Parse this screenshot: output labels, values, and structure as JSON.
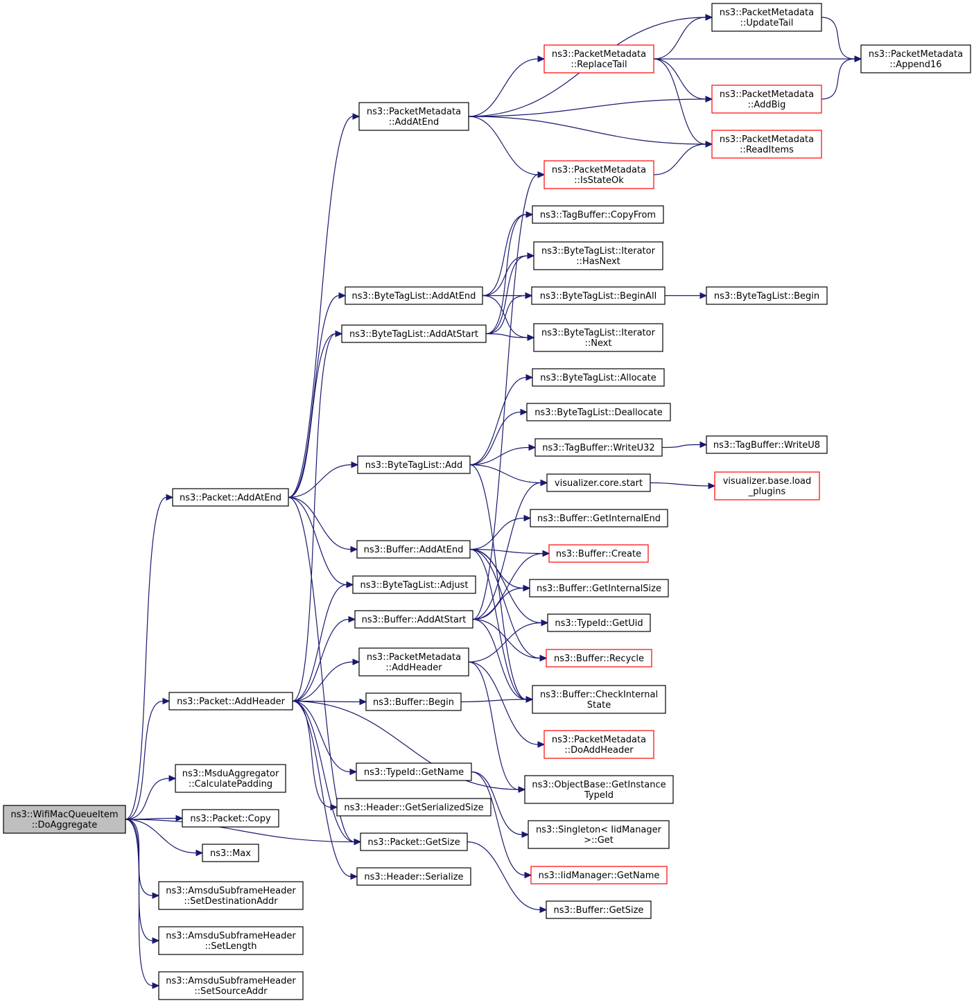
{
  "graph": {
    "title": "",
    "colors": {
      "edge": "#191970",
      "node_border": "#000000",
      "truncated_border": "#ff0000",
      "root_fill": "#bfbfbf"
    },
    "nodes": [
      {
        "id": "root",
        "lines": [
          "ns3::WifiMacQueueItem",
          "::DoAggregate"
        ],
        "root": true
      },
      {
        "id": "pkt_addatend",
        "lines": [
          "ns3::Packet::AddAtEnd"
        ]
      },
      {
        "id": "pkt_addheader",
        "lines": [
          "ns3::Packet::AddHeader"
        ]
      },
      {
        "id": "msdu_calcpad",
        "lines": [
          "ns3::MsduAggregator",
          "::CalculatePadding"
        ]
      },
      {
        "id": "pkt_copy",
        "lines": [
          "ns3::Packet::Copy"
        ]
      },
      {
        "id": "max",
        "lines": [
          "ns3::Max"
        ]
      },
      {
        "id": "amsdu_setdest",
        "lines": [
          "ns3::AmsduSubframeHeader",
          "::SetDestinationAddr"
        ]
      },
      {
        "id": "amsdu_setlen",
        "lines": [
          "ns3::AmsduSubframeHeader",
          "::SetLength"
        ]
      },
      {
        "id": "amsdu_setsrc",
        "lines": [
          "ns3::AmsduSubframeHeader",
          "::SetSourceAddr"
        ]
      },
      {
        "id": "pm_addatend",
        "lines": [
          "ns3::PacketMetadata",
          "::AddAtEnd"
        ]
      },
      {
        "id": "btl_addatend",
        "lines": [
          "ns3::ByteTagList::AddAtEnd"
        ]
      },
      {
        "id": "btl_addatstart",
        "lines": [
          "ns3::ByteTagList::AddAtStart"
        ]
      },
      {
        "id": "btl_add",
        "lines": [
          "ns3::ByteTagList::Add"
        ]
      },
      {
        "id": "buf_addatend",
        "lines": [
          "ns3::Buffer::AddAtEnd"
        ]
      },
      {
        "id": "btl_adjust",
        "lines": [
          "ns3::ByteTagList::Adjust"
        ]
      },
      {
        "id": "buf_addatstart",
        "lines": [
          "ns3::Buffer::AddAtStart"
        ]
      },
      {
        "id": "pm_addheader",
        "lines": [
          "ns3::PacketMetadata",
          "::AddHeader"
        ]
      },
      {
        "id": "buf_begin",
        "lines": [
          "ns3::Buffer::Begin"
        ]
      },
      {
        "id": "typeid_getname",
        "lines": [
          "ns3::TypeId::GetName"
        ]
      },
      {
        "id": "hdr_getsersize",
        "lines": [
          "ns3::Header::GetSerializedSize"
        ]
      },
      {
        "id": "pkt_getsize",
        "lines": [
          "ns3::Packet::GetSize"
        ]
      },
      {
        "id": "hdr_serialize",
        "lines": [
          "ns3::Header::Serialize"
        ]
      },
      {
        "id": "pm_replacetail",
        "lines": [
          "ns3::PacketMetadata",
          "::ReplaceTail"
        ],
        "truncated": true
      },
      {
        "id": "pm_updatetail",
        "lines": [
          "ns3::PacketMetadata",
          "::UpdateTail"
        ]
      },
      {
        "id": "pm_addbig",
        "lines": [
          "ns3::PacketMetadata",
          "::AddBig"
        ],
        "truncated": true
      },
      {
        "id": "pm_readitems",
        "lines": [
          "ns3::PacketMetadata",
          "::ReadItems"
        ],
        "truncated": true
      },
      {
        "id": "pm_isstateok",
        "lines": [
          "ns3::PacketMetadata",
          "::IsStateOk"
        ],
        "truncated": true
      },
      {
        "id": "pm_append16",
        "lines": [
          "ns3::PacketMetadata",
          "::Append16"
        ]
      },
      {
        "id": "tb_copyfrom",
        "lines": [
          "ns3::TagBuffer::CopyFrom"
        ]
      },
      {
        "id": "btl_it_hasnext",
        "lines": [
          "ns3::ByteTagList::Iterator",
          "::HasNext"
        ]
      },
      {
        "id": "btl_beginall",
        "lines": [
          "ns3::ByteTagList::BeginAll"
        ]
      },
      {
        "id": "btl_begin",
        "lines": [
          "ns3::ByteTagList::Begin"
        ]
      },
      {
        "id": "btl_it_next",
        "lines": [
          "ns3::ByteTagList::Iterator",
          "::Next"
        ]
      },
      {
        "id": "btl_allocate",
        "lines": [
          "ns3::ByteTagList::Allocate"
        ]
      },
      {
        "id": "btl_deallocate",
        "lines": [
          "ns3::ByteTagList::Deallocate"
        ]
      },
      {
        "id": "tb_writeu32",
        "lines": [
          "ns3::TagBuffer::WriteU32"
        ]
      },
      {
        "id": "tb_writeu8",
        "lines": [
          "ns3::TagBuffer::WriteU8"
        ]
      },
      {
        "id": "viz_start",
        "lines": [
          "visualizer.core.start"
        ]
      },
      {
        "id": "viz_load",
        "lines": [
          "visualizer.base.load",
          "_plugins"
        ],
        "truncated": true
      },
      {
        "id": "buf_getintend",
        "lines": [
          "ns3::Buffer::GetInternalEnd"
        ]
      },
      {
        "id": "buf_create",
        "lines": [
          "ns3::Buffer::Create"
        ],
        "truncated": true
      },
      {
        "id": "buf_getintsize",
        "lines": [
          "ns3::Buffer::GetInternalSize"
        ]
      },
      {
        "id": "typeid_getuid",
        "lines": [
          "ns3::TypeId::GetUid"
        ]
      },
      {
        "id": "buf_recycle",
        "lines": [
          "ns3::Buffer::Recycle"
        ],
        "truncated": true
      },
      {
        "id": "buf_checkint",
        "lines": [
          "ns3::Buffer::CheckInternal",
          "State"
        ]
      },
      {
        "id": "pm_doaddheader",
        "lines": [
          "ns3::PacketMetadata",
          "::DoAddHeader"
        ],
        "truncated": true
      },
      {
        "id": "ob_getinsttid",
        "lines": [
          "ns3::ObjectBase::GetInstance",
          "TypeId"
        ]
      },
      {
        "id": "singleton_get",
        "lines": [
          "ns3::Singleton< IidManager",
          " >::Get"
        ]
      },
      {
        "id": "iid_getname",
        "lines": [
          "ns3::IidManager::GetName"
        ],
        "truncated": true
      },
      {
        "id": "buf_getsize",
        "lines": [
          "ns3::Buffer::GetSize"
        ]
      }
    ],
    "edges": [
      [
        "root",
        "pkt_addatend"
      ],
      [
        "root",
        "pkt_addheader"
      ],
      [
        "root",
        "msdu_calcpad"
      ],
      [
        "root",
        "pkt_copy"
      ],
      [
        "root",
        "pkt_getsize"
      ],
      [
        "root",
        "max"
      ],
      [
        "root",
        "amsdu_setdest"
      ],
      [
        "root",
        "amsdu_setlen"
      ],
      [
        "root",
        "amsdu_setsrc"
      ],
      [
        "pkt_addatend",
        "pm_addatend"
      ],
      [
        "pkt_addatend",
        "btl_addatend"
      ],
      [
        "pkt_addatend",
        "btl_addatstart"
      ],
      [
        "pkt_addatend",
        "btl_add"
      ],
      [
        "pkt_addatend",
        "buf_addatend"
      ],
      [
        "pkt_addatend",
        "btl_adjust"
      ],
      [
        "pkt_addatend",
        "pkt_getsize"
      ],
      [
        "pkt_addheader",
        "btl_addatstart"
      ],
      [
        "pkt_addheader",
        "btl_adjust"
      ],
      [
        "pkt_addheader",
        "buf_addatstart"
      ],
      [
        "pkt_addheader",
        "pm_addheader"
      ],
      [
        "pkt_addheader",
        "buf_begin"
      ],
      [
        "pkt_addheader",
        "ob_getinsttid"
      ],
      [
        "pkt_addheader",
        "typeid_getname"
      ],
      [
        "pkt_addheader",
        "hdr_getsersize"
      ],
      [
        "pkt_addheader",
        "pkt_getsize"
      ],
      [
        "pkt_addheader",
        "hdr_serialize"
      ],
      [
        "pm_addatend",
        "pm_updatetail"
      ],
      [
        "pm_addatend",
        "pm_replacetail"
      ],
      [
        "pm_addatend",
        "pm_addbig"
      ],
      [
        "pm_addatend",
        "pm_readitems"
      ],
      [
        "pm_addatend",
        "pm_isstateok"
      ],
      [
        "pm_replacetail",
        "pm_updatetail"
      ],
      [
        "pm_replacetail",
        "pm_append16"
      ],
      [
        "pm_replacetail",
        "pm_addbig"
      ],
      [
        "pm_replacetail",
        "pm_readitems"
      ],
      [
        "pm_updatetail",
        "pm_append16"
      ],
      [
        "pm_addbig",
        "pm_append16"
      ],
      [
        "pm_isstateok",
        "pm_readitems"
      ],
      [
        "btl_addatend",
        "tb_copyfrom"
      ],
      [
        "btl_addatend",
        "btl_it_hasnext"
      ],
      [
        "btl_addatend",
        "btl_beginall"
      ],
      [
        "btl_addatend",
        "btl_it_next"
      ],
      [
        "btl_addatstart",
        "tb_copyfrom"
      ],
      [
        "btl_addatstart",
        "btl_it_hasnext"
      ],
      [
        "btl_addatstart",
        "btl_beginall"
      ],
      [
        "btl_addatstart",
        "btl_it_next"
      ],
      [
        "btl_beginall",
        "btl_begin"
      ],
      [
        "btl_add",
        "btl_allocate"
      ],
      [
        "btl_add",
        "btl_deallocate"
      ],
      [
        "btl_add",
        "tb_writeu32"
      ],
      [
        "btl_add",
        "viz_start"
      ],
      [
        "btl_add",
        "buf_checkint"
      ],
      [
        "tb_writeu32",
        "tb_writeu8"
      ],
      [
        "viz_start",
        "viz_load"
      ],
      [
        "buf_addatend",
        "buf_getintend"
      ],
      [
        "buf_addatend",
        "buf_create"
      ],
      [
        "buf_addatend",
        "buf_getintsize"
      ],
      [
        "buf_addatend",
        "typeid_getuid"
      ],
      [
        "buf_addatend",
        "buf_recycle"
      ],
      [
        "buf_addatend",
        "buf_checkint"
      ],
      [
        "buf_addatstart",
        "pm_isstateok"
      ],
      [
        "buf_addatstart",
        "viz_start"
      ],
      [
        "buf_addatstart",
        "buf_create"
      ],
      [
        "buf_addatstart",
        "buf_getintsize"
      ],
      [
        "buf_addatstart",
        "buf_recycle"
      ],
      [
        "buf_addatstart",
        "buf_checkint"
      ],
      [
        "pm_addheader",
        "typeid_getuid"
      ],
      [
        "pm_addheader",
        "pm_doaddheader"
      ],
      [
        "pm_addheader",
        "ob_getinsttid"
      ],
      [
        "buf_begin",
        "buf_checkint"
      ],
      [
        "typeid_getname",
        "singleton_get"
      ],
      [
        "typeid_getname",
        "iid_getname"
      ],
      [
        "pkt_getsize",
        "buf_getsize"
      ]
    ]
  }
}
